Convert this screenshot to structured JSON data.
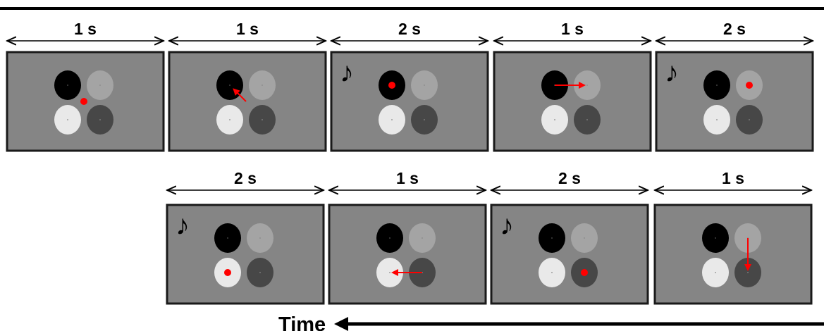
{
  "colors": {
    "background": "#ffffff",
    "panel": "#858585",
    "panel_border": "#1a1a1a",
    "circle_black": "#000000",
    "circle_light_gray": "#a4a4a4",
    "circle_white": "#e9e9e9",
    "circle_dark_gray": "#474747",
    "cursor": "#ff0000",
    "note": "#000000"
  },
  "note_glyph": "♪",
  "time_label": "Time",
  "panels": [
    {
      "duration": "1 s",
      "note": false,
      "marker": {
        "type": "dot",
        "at": "center"
      }
    },
    {
      "duration": "1 s",
      "note": false,
      "marker": {
        "type": "arrow",
        "from": "center",
        "to": "black"
      }
    },
    {
      "duration": "2 s",
      "note": true,
      "marker": {
        "type": "dot",
        "at": "black"
      }
    },
    {
      "duration": "1 s",
      "note": false,
      "marker": {
        "type": "arrow",
        "from": "black",
        "to": "light_gray"
      }
    },
    {
      "duration": "2 s",
      "note": true,
      "marker": {
        "type": "dot",
        "at": "light_gray"
      }
    },
    {
      "duration": "2 s",
      "note": true,
      "marker": {
        "type": "dot",
        "at": "white"
      }
    },
    {
      "duration": "1 s",
      "note": false,
      "marker": {
        "type": "arrow",
        "from": "dark_gray",
        "to": "white"
      }
    },
    {
      "duration": "2 s",
      "note": true,
      "marker": {
        "type": "dot",
        "at": "dark_gray"
      }
    },
    {
      "duration": "1 s",
      "note": false,
      "marker": {
        "type": "arrow",
        "from": "light_gray",
        "to": "dark_gray"
      }
    }
  ]
}
